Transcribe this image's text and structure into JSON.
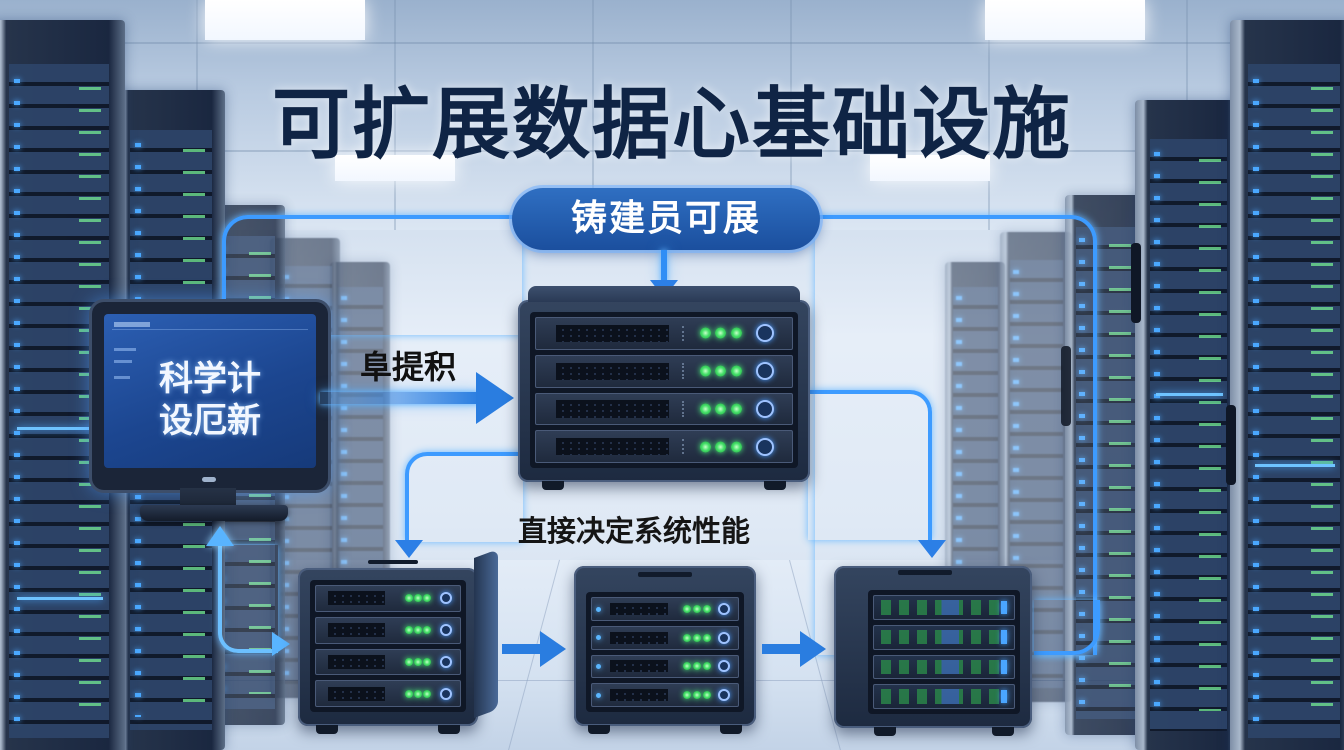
{
  "title": "可扩展数据心基础设施",
  "top_node": {
    "label": "铸建员可展"
  },
  "monitor": {
    "line1": "科学计",
    "line2": "设厄新"
  },
  "left_arrow_label": "阜提积",
  "center_caption": "直接决定系统性能",
  "main_server": {
    "bays": 4,
    "leds_per_bay": 3,
    "led_color": "#46e06a",
    "power_color": "#4a9bff"
  },
  "bottom_servers": [
    {
      "name": "left-server",
      "bays": 4,
      "leds_per_bay": 3
    },
    {
      "name": "center-server",
      "bays": 4,
      "leds_per_bay": 3
    },
    {
      "name": "right-server",
      "bays": 4,
      "style": "panel"
    }
  ],
  "bottom_labels_note": "cut off at image edge, illegible",
  "colors": {
    "title": "#0f2445",
    "pill_bg": "#1b4f9e",
    "connector": "#2f8ef5",
    "arrow": "#2a7de0",
    "rack_dark": "#1a2740"
  }
}
